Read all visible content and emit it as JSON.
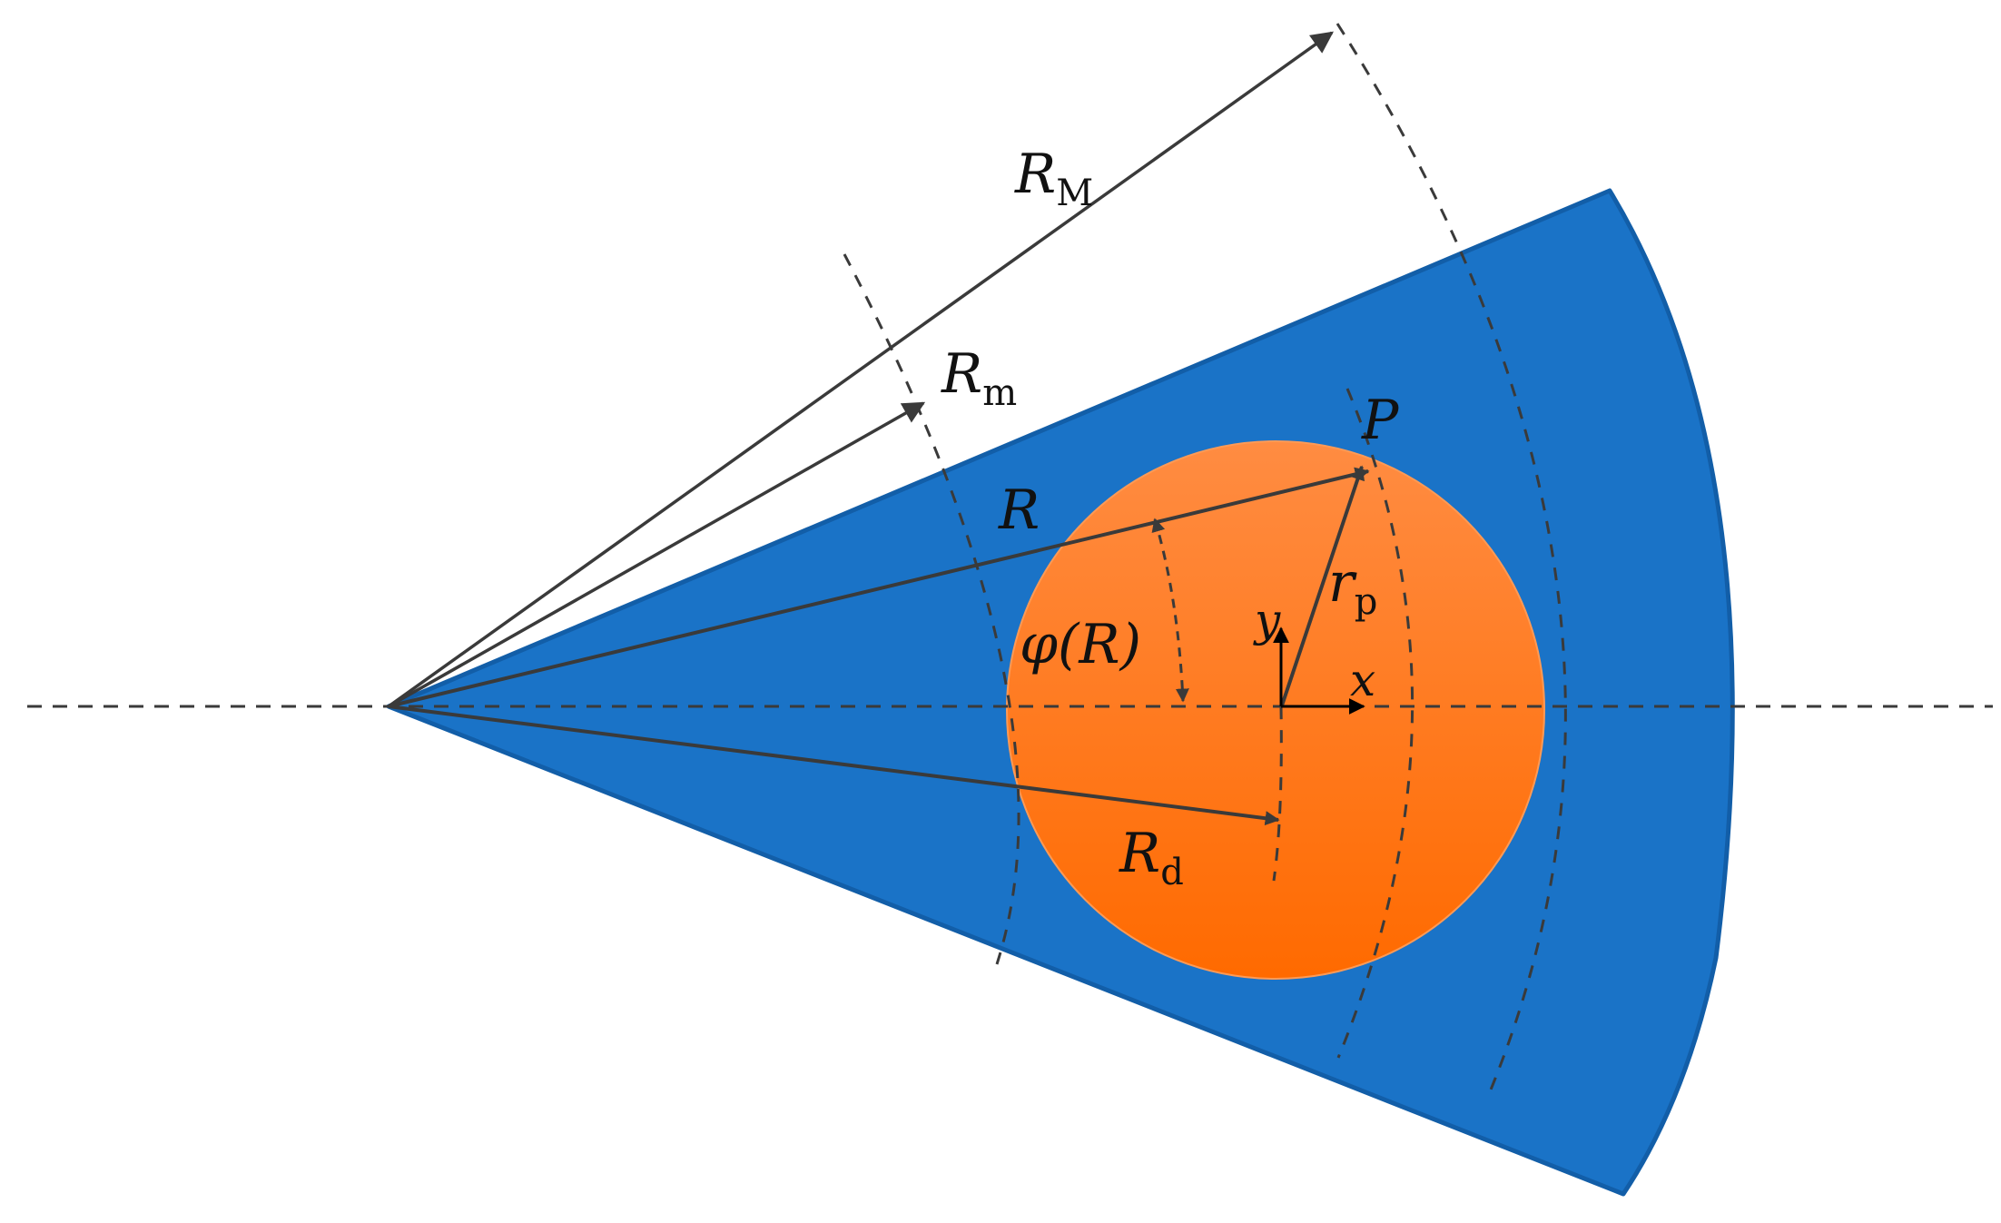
{
  "diagram": {
    "labels": {
      "r_max": {
        "main": "R",
        "sub": "M"
      },
      "r_min": {
        "main": "R",
        "sub": "m"
      },
      "r": {
        "main": "R"
      },
      "r_d": {
        "main": "R",
        "sub": "d"
      },
      "r_p": {
        "main": "r",
        "sub": "p"
      },
      "p": {
        "main": "P"
      },
      "phi": {
        "main": "φ(R)"
      },
      "x": {
        "main": "x"
      },
      "y": {
        "main": "y"
      }
    },
    "colors": {
      "sector_fill": "#1a73c7",
      "sector_edge": "#125ea8",
      "particle_top": "#ff8c42",
      "particle_bottom": "#ff6a00",
      "line": "#3a3a3a",
      "axis": "#000000"
    }
  }
}
